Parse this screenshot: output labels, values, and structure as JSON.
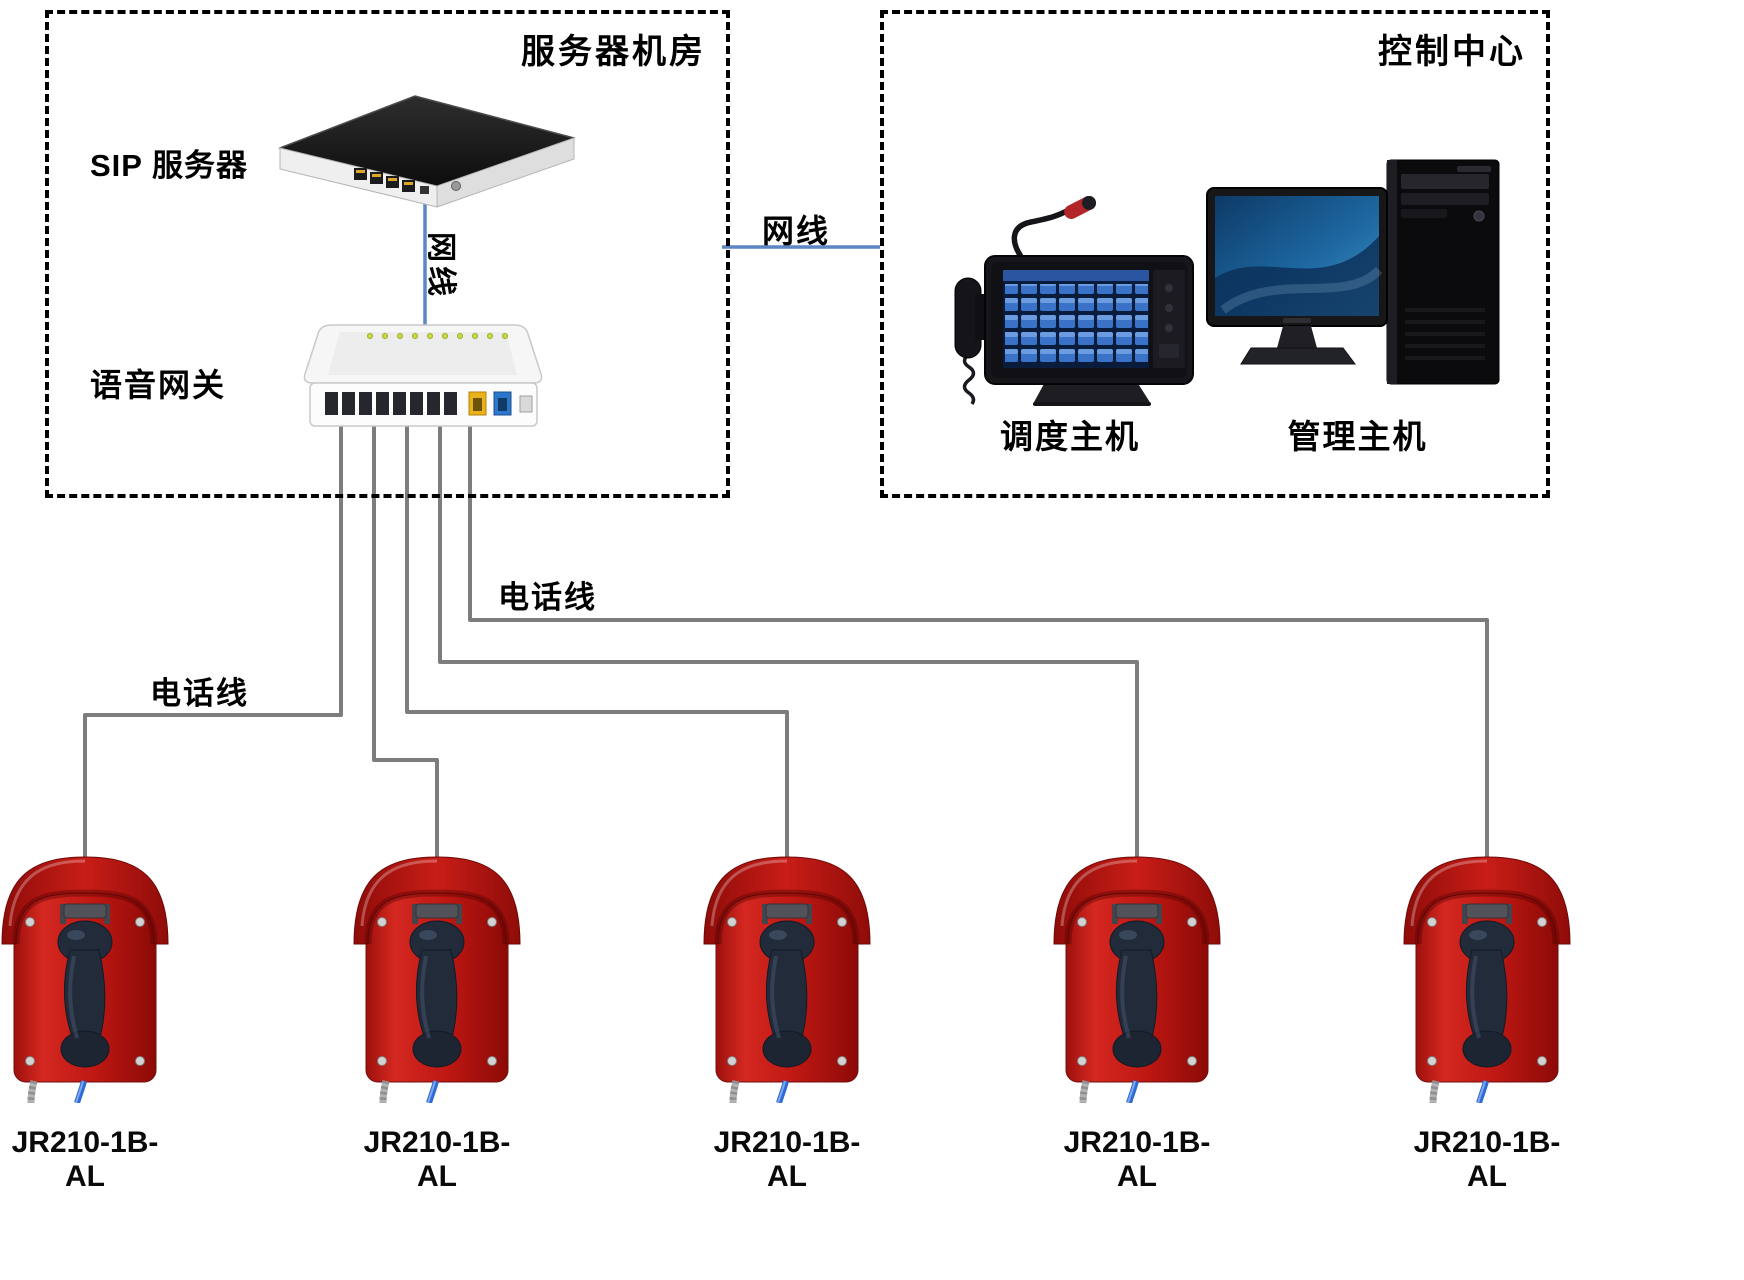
{
  "server_room": {
    "title": "服务器机房",
    "sip_server_label": "SIP 服务器",
    "voice_gateway_label": "语音网关",
    "cable_label_vertical": "网线"
  },
  "control_center": {
    "title": "控制中心",
    "dispatch_host_label": "调度主机",
    "management_host_label": "管理主机"
  },
  "connections": {
    "network_cable_label": "网线",
    "phone_line_label_top": "电话线",
    "phone_line_label_left": "电话线"
  },
  "phones": [
    {
      "model": "JR210-1B-AL"
    },
    {
      "model": "JR210-1B-AL"
    },
    {
      "model": "JR210-1B-AL"
    },
    {
      "model": "JR210-1B-AL"
    },
    {
      "model": "JR210-1B-AL"
    }
  ],
  "colors": {
    "cable_blue": "#5b87c5",
    "cable_gray": "#7d7d7d",
    "phone_red": "#c01813",
    "border_black": "#000000",
    "screen_blue": "#2d62b8"
  }
}
